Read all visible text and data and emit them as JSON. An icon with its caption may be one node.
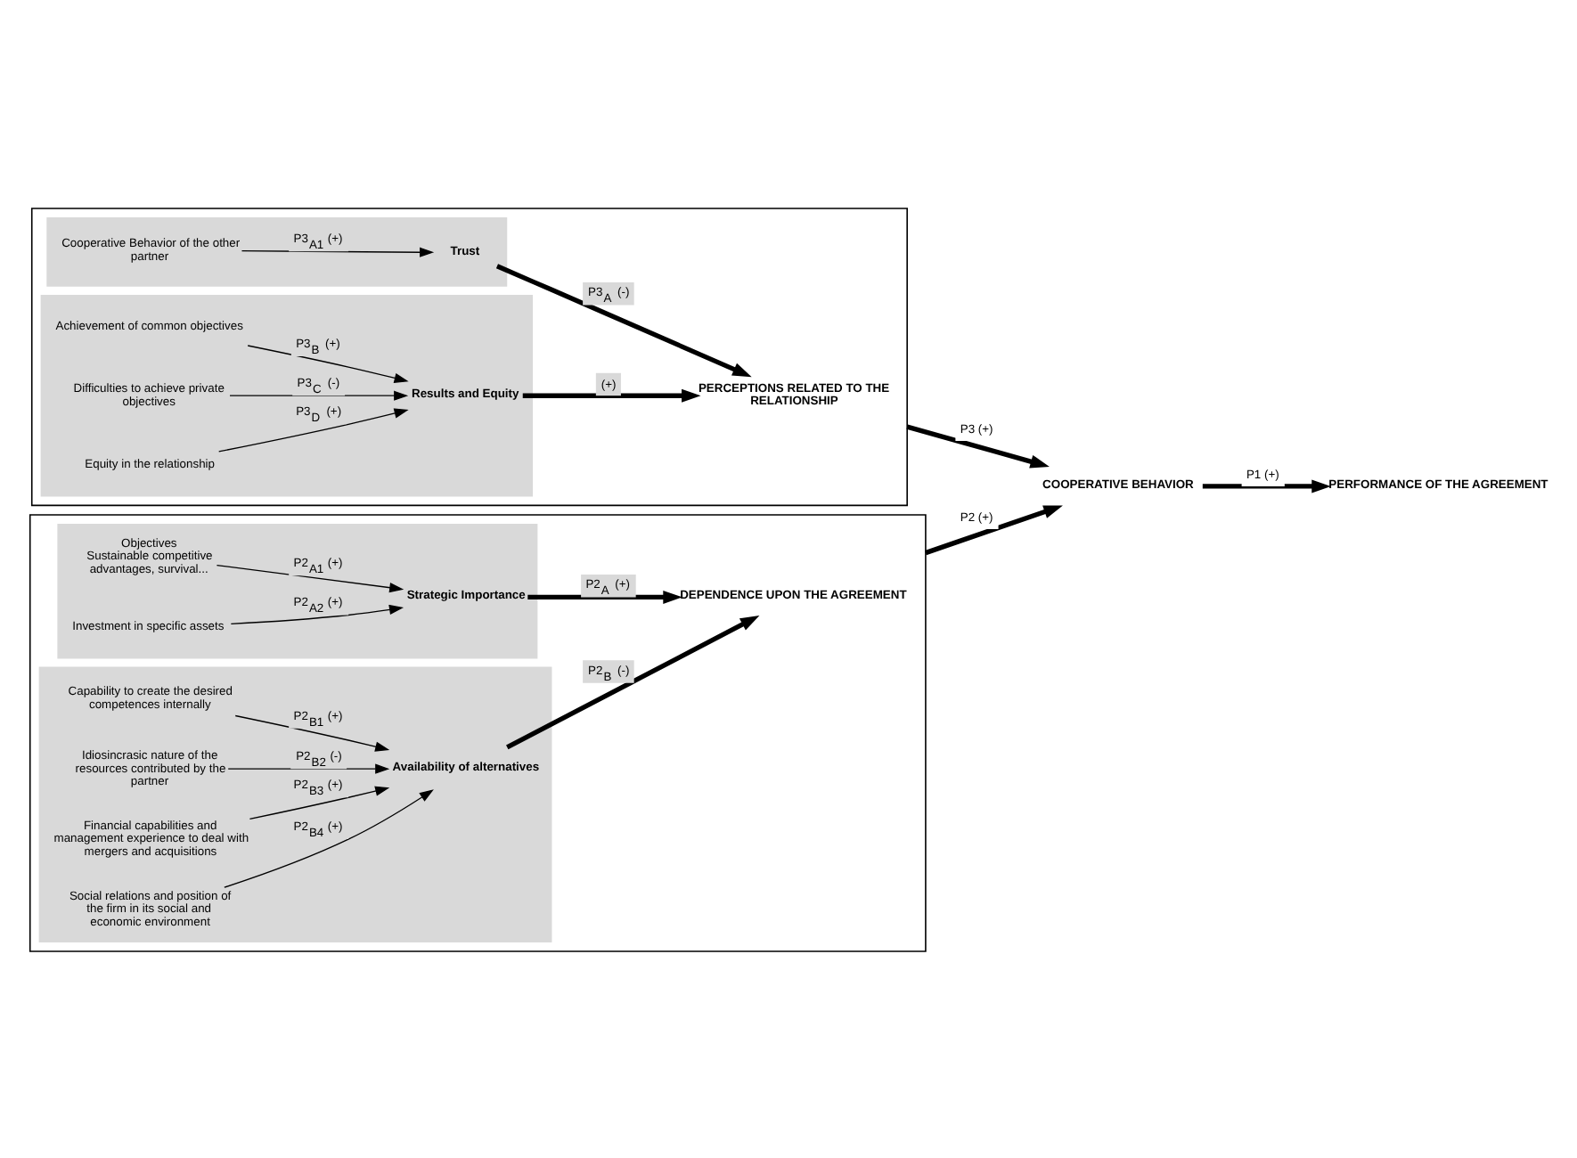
{
  "diagram": {
    "nodes": [
      {
        "text": [],
        "shape": "box"
      },
      {
        "text": [
          "DEPENDENCE UPON THE AGREEMENT"
        ],
        "in": 0
      },
      {
        "text": [],
        "shape": "box",
        "in": 0
      },
      {
        "text": [
          "Strategic Importance"
        ],
        "in": 2
      },
      {
        "text": [
          "Objectives",
          "Sustainable competitive advantages, survival..."
        ],
        "in": 2
      },
      {
        "text": [
          "Investment in specific assets"
        ],
        "in": 2
      },
      {
        "text": [],
        "shape": "box",
        "in": 0
      },
      {
        "text": [
          "Availability of alternatives"
        ],
        "in": 6
      },
      {
        "text": [
          "Capability to create the desired competences internally"
        ],
        "in": 6
      },
      {
        "text": [
          "Idiosincrasic nature of the resources contributed by the partner"
        ],
        "in": 6
      },
      {
        "text": [
          "Financial capabilities and management experience to deal with mergers and acquisitions"
        ],
        "in": 6
      },
      {
        "text": [
          "Social relations and position of the firm in its social and economic environment"
        ],
        "in": 6
      },
      {
        "text": [
          "COOPERATIVE BEHAVIOR"
        ]
      },
      {
        "text": [
          "PERFORMANCE OF THE AGREEMENT"
        ]
      },
      {
        "text": [],
        "shape": "box"
      },
      {
        "text": [
          "PERCEPTIONS RELATED TO THE RELATIONSHIP"
        ],
        "in": 14
      },
      {
        "text": [],
        "shape": "box",
        "in": 14
      },
      {
        "text": [
          "Trust"
        ],
        "in": 16
      },
      {
        "text": [
          "Cooperative Behavior of the other partner"
        ],
        "in": 16
      },
      {
        "text": [],
        "shape": "box",
        "in": 14
      },
      {
        "text": [
          "Results and Equity"
        ],
        "in": 19
      },
      {
        "text": [
          "Achievement of common objectives"
        ],
        "in": 19
      },
      {
        "text": [
          "Difficulties to achieve private objectives"
        ],
        "in": 19
      },
      {
        "text": [
          "Equity in the relationship"
        ],
        "in": 19
      }
    ],
    "edges": [
      {
        "from": 0,
        "to": 12,
        "arrow": "to",
        "label": "P2 (+)",
        "style": "thick"
      },
      {
        "from": 12,
        "to": 13,
        "arrow": "to",
        "label": "P1 (+)",
        "style": "thick"
      },
      {
        "from": 14,
        "to": 12,
        "arrow": "to",
        "label": "P3 (+)",
        "style": "thick"
      },
      {
        "from": 3,
        "to": 1,
        "arrow": "to",
        "label": "P2$_{A}$ (+)",
        "style": "thick"
      },
      {
        "from": 7,
        "to": 1,
        "arrow": "to",
        "label": "P2$_{B}$ (-)",
        "style": "thick"
      },
      {
        "from": 4,
        "to": 3,
        "arrow": "to",
        "label": "P2$_{A1}$ (+)"
      },
      {
        "from": 5,
        "to": 3,
        "arrow": "to",
        "label": "P2$_{A2}$ (+)"
      },
      {
        "from": 8,
        "to": 7,
        "arrow": "to",
        "label": "P2$_{B1}$ (+)"
      },
      {
        "from": 9,
        "to": 7,
        "arrow": "to",
        "label": "P2$_{B2}$ (-)"
      },
      {
        "from": 10,
        "to": 7,
        "arrow": "to",
        "label": "P2$_{B3}$ (+)"
      },
      {
        "from": 11,
        "to": 7,
        "arrow": "to",
        "label": "P2$_{B4}$ (+)"
      },
      {
        "from": 17,
        "to": 15,
        "arrow": "to",
        "label": "P3$_{A}$ (-)",
        "style": "thick"
      },
      {
        "from": 20,
        "to": 15,
        "arrow": "to",
        "label": "(+)",
        "style": "thick"
      },
      {
        "from": 18,
        "to": 17,
        "arrow": "to",
        "label": "P3$_{A1}$ (+)"
      },
      {
        "from": 21,
        "to": 20,
        "arrow": "to",
        "label": "P3$_{B}$ (+)"
      },
      {
        "from": 22,
        "to": 20,
        "arrow": "to",
        "label": "P3$_{C}$ (-)"
      },
      {
        "from": 23,
        "to": 20,
        "arrow": "to",
        "label": "P3$_{D}$ (+)"
      }
    ]
  }
}
